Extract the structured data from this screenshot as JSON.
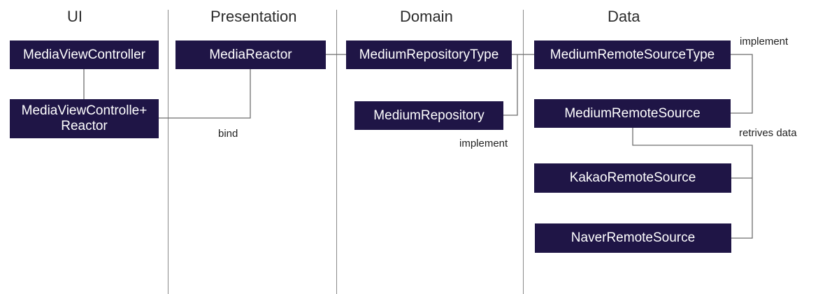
{
  "layers": {
    "ui": "UI",
    "presentation": "Presentation",
    "domain": "Domain",
    "data": "Data"
  },
  "nodes": {
    "media_view_controller": "MediaViewController",
    "media_view_controller_reactor": "MediaViewControlle+\nReactor",
    "media_reactor": "MediaReactor",
    "medium_repository_type": "MediumRepositoryType",
    "medium_repository": "MediumRepository",
    "medium_remote_source_type": "MediumRemoteSourceType",
    "medium_remote_source": "MediumRemoteSource",
    "kakao_remote_source": "KakaoRemoteSource",
    "naver_remote_source": "NaverRemoteSource"
  },
  "edge_labels": {
    "bind": "bind",
    "implement_domain": "implement",
    "implement_data": "implement",
    "retrieves_data": "retrives data"
  },
  "colors": {
    "node_fill": "#1f1546",
    "node_text": "#ffffff",
    "line": "#6e6e6e",
    "separator": "#8a8a8a"
  }
}
